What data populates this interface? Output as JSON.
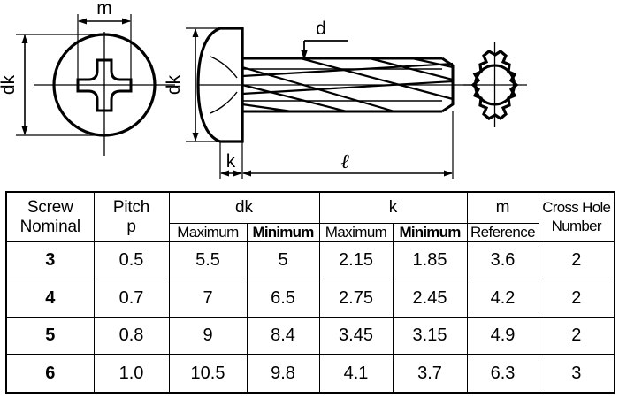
{
  "drawing": {
    "labels": {
      "m": "m",
      "dk_front": "dk",
      "dk_side": "dk",
      "d": "d",
      "k": "k",
      "l": "ℓ"
    },
    "views": {
      "front_view": "cross-recess-head-front-view",
      "side_view": "screw-side-view",
      "end_view": "threaded-end-view"
    }
  },
  "table": {
    "headers": {
      "screw_nominal": "Screw\nNominal",
      "screw_nominal_line1": "Screw",
      "screw_nominal_line2": "Nominal",
      "pitch_line1": "Pitch",
      "pitch_line2": "p",
      "dk": "dk",
      "k": "k",
      "m": "m",
      "maximum": "Maximum",
      "minimum": "Minimum",
      "reference": "Reference",
      "cross_hole_line1": "Cross Hole",
      "cross_hole_line2": "Number"
    },
    "columns": [
      "Screw Nominal",
      "Pitch p",
      "dk Maximum",
      "dk Minimum",
      "k Maximum",
      "k Minimum",
      "m Reference",
      "Cross Hole Number"
    ],
    "rows": [
      {
        "screw_nominal": "3",
        "pitch_p": "0.5",
        "dk_max": "5.5",
        "dk_min": "5",
        "k_max": "2.15",
        "k_min": "1.85",
        "m_ref": "3.6",
        "cross_hole_number": "2"
      },
      {
        "screw_nominal": "4",
        "pitch_p": "0.7",
        "dk_max": "7",
        "dk_min": "6.5",
        "k_max": "2.75",
        "k_min": "2.45",
        "m_ref": "4.2",
        "cross_hole_number": "2"
      },
      {
        "screw_nominal": "5",
        "pitch_p": "0.8",
        "dk_max": "9",
        "dk_min": "8.4",
        "k_max": "3.45",
        "k_min": "3.15",
        "m_ref": "4.9",
        "cross_hole_number": "2"
      },
      {
        "screw_nominal": "6",
        "pitch_p": "1.0",
        "dk_max": "10.5",
        "dk_min": "9.8",
        "k_max": "4.1",
        "k_min": "3.7",
        "m_ref": "6.3",
        "cross_hole_number": "3"
      }
    ]
  },
  "colors": {
    "line": "#000000",
    "background": "#ffffff"
  }
}
